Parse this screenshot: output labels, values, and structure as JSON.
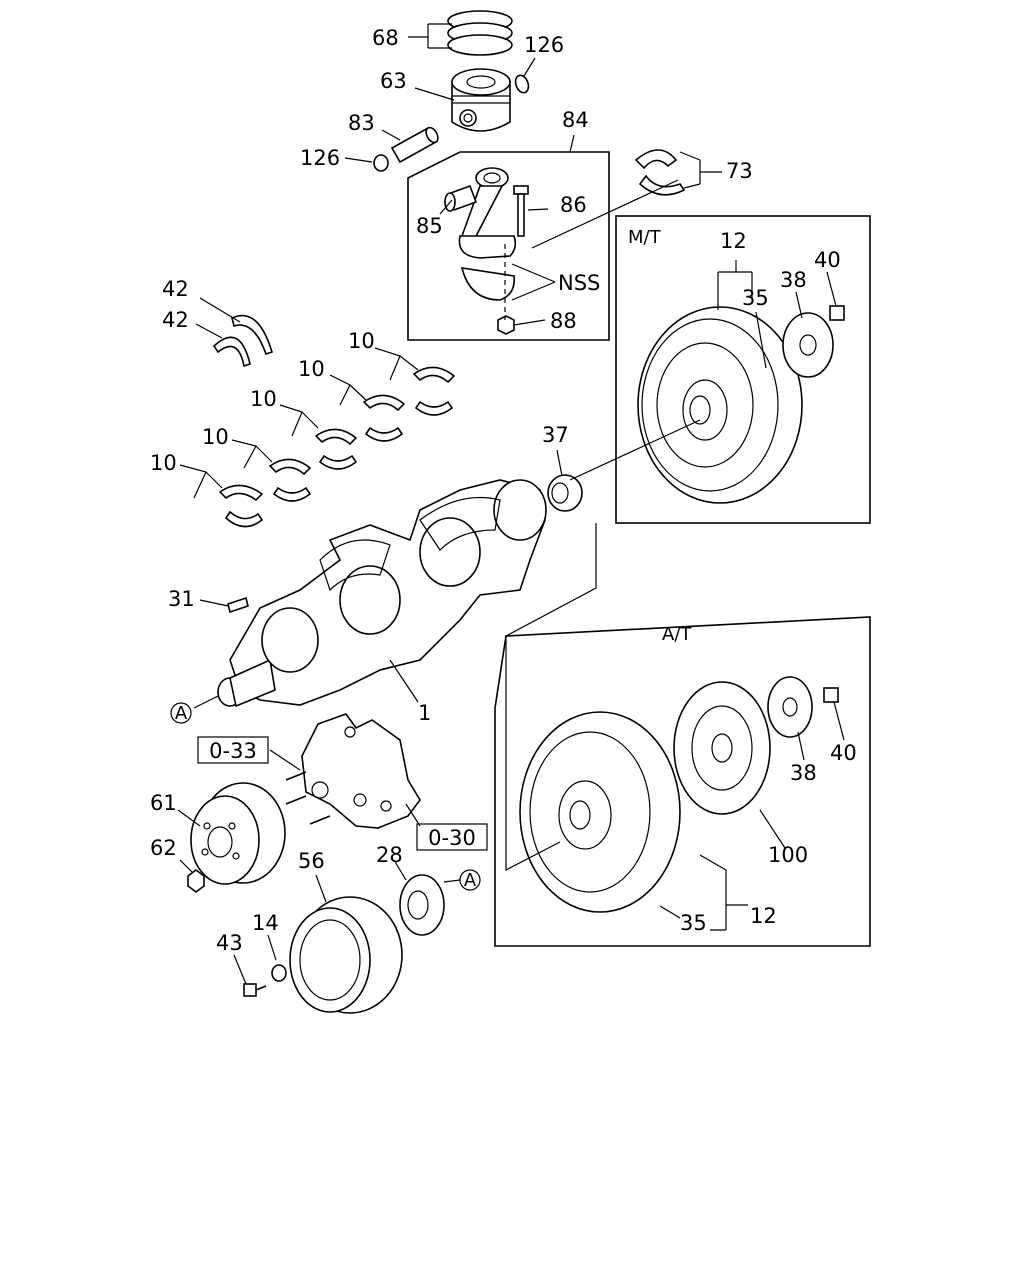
{
  "sections": {
    "mt": "M/T",
    "at": "A/T"
  },
  "refs": {
    "ref_a1": "A",
    "ref_a2": "A",
    "box_033": "0-33",
    "box_030": "0-30"
  },
  "callouts": {
    "c68": "68",
    "c126a": "126",
    "c63": "63",
    "c83": "83",
    "c126b": "126",
    "c84": "84",
    "c73": "73",
    "c86": "86",
    "c85": "85",
    "cnss": "NSS",
    "c88": "88",
    "c42a": "42",
    "c42b": "42",
    "c10a": "10",
    "c10b": "10",
    "c10c": "10",
    "c10d": "10",
    "c10e": "10",
    "c37": "37",
    "c31": "31",
    "c1": "1",
    "c61": "61",
    "c62": "62",
    "c56": "56",
    "c28": "28",
    "c14": "14",
    "c43": "43",
    "c12a": "12",
    "c35a": "35",
    "c38a": "38",
    "c40a": "40",
    "c38b": "38",
    "c40b": "40",
    "c100": "100",
    "c35b": "35",
    "c12b": "12"
  }
}
